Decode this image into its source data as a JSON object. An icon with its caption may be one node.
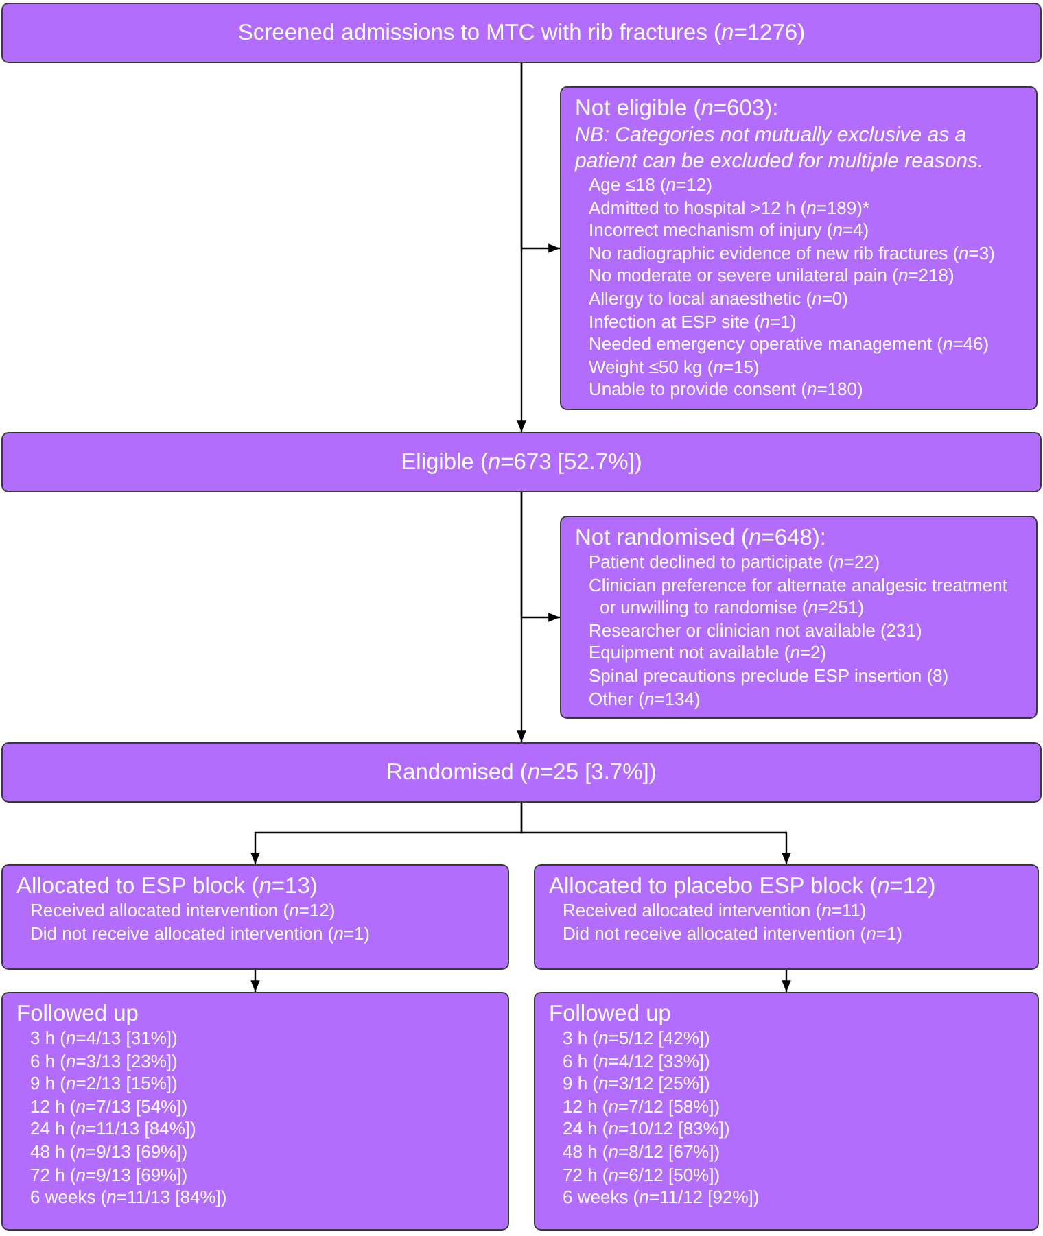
{
  "diagram": {
    "nodes": [
      {
        "text": [
          "Screened admissions to MTC with rib fractures (*n*=1276)"
        ]
      },
      {
        "text": [
          "Not eligible (*n*=603):",
          "NB: Categories not mutually exclusive as a patient can be excluded for multiple reasons.",
          "Age ≤18 (*n*=12)",
          "Admitted to hospital >12 h (*n*=189)*",
          "Incorrect mechanism of injury (*n*=4)",
          "No radiographic evidence of new rib fractures (*n*=3)",
          "No moderate or severe unilateral pain (*n*=218)",
          "Allergy to local anaesthetic (*n*=0)",
          "Infection at ESP site (*n*=1)",
          "Needed emergency operative management (*n*=46)",
          "Weight ≤50 kg (*n*=15)",
          "Unable to provide consent (*n*=180)"
        ]
      },
      {
        "text": [
          "Eligible (*n*=673 [52.7%])"
        ]
      },
      {
        "text": [
          "Not randomised (*n*=648):",
          "Patient declined to participate (*n*=22)",
          "Clinician preference for alternate analgesic treatment or unwilling to randomise (*n*=251)",
          "Researcher or clinician not available (231)",
          "Equipment not available (*n*=2)",
          "Spinal precautions preclude ESP insertion (8)",
          "Other (*n*=134)"
        ]
      },
      {
        "text": [
          "Randomised (*n*=25 [3.7%])"
        ]
      },
      {
        "text": [
          "Allocated to ESP block (*n*=13)",
          "Received allocated intervention (*n*=12)",
          "Did not receive allocated intervention (*n*=1)"
        ]
      },
      {
        "text": [
          "Allocated to placebo ESP block (*n*=12)",
          "Received allocated intervention (*n*=11)",
          "Did not receive allocated intervention (*n*=1)"
        ]
      },
      {
        "text": [
          "Followed up",
          "3 h (*n*=4/13 [31%])",
          "6 h (*n*=3/13 [23%])",
          "9 h (*n*=2/13 [15%])",
          "12 h (*n*=7/13 [54%])",
          "24 h (*n*=11/13 [84%])",
          "48 h (*n*=9/13 [69%])",
          "72 h (*n*=9/13 [69%])",
          "6 weeks (*n*=11/13 [84%])"
        ]
      },
      {
        "text": [
          "Followed up",
          "3 h (*n*=5/12 [42%])",
          "6 h (*n*=4/12 [33%])",
          "9 h (*n*=3/12 [25%])",
          "12 h (*n*=7/12 [58%])",
          "24 h (*n*=10/12 [83%])",
          "48 h (*n*=8/12 [67%])",
          "72 h (*n*=6/12 [50%])",
          "6 weeks (*n*=11/12 [92%])"
        ]
      }
    ],
    "edges": [
      {
        "from": 0,
        "to": 1,
        "arrow": "to"
      },
      {
        "from": 0,
        "to": 2,
        "arrow": "to"
      },
      {
        "from": 2,
        "to": 3,
        "arrow": "to"
      },
      {
        "from": 2,
        "to": 4,
        "arrow": "to"
      },
      {
        "from": 4,
        "to": 5,
        "arrow": "to"
      },
      {
        "from": 4,
        "to": 6,
        "arrow": "to"
      },
      {
        "from": 5,
        "to": 7,
        "arrow": "to"
      },
      {
        "from": 6,
        "to": 8,
        "arrow": "to"
      }
    ]
  }
}
